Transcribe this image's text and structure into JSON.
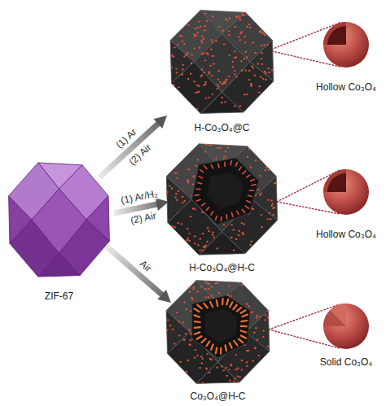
{
  "diagram": {
    "nodes": [
      {
        "text": [
          "ZIF-67"
        ]
      },
      {
        "text": [
          "H-Co₃O₄@C"
        ]
      },
      {
        "text": [
          "H-Co₃O₄@H-C"
        ]
      },
      {
        "text": [
          "Co₃O₄@H-C"
        ]
      },
      {
        "text": [
          "Hollow Co₃O₄"
        ]
      },
      {
        "text": [
          "Hollow Co₃O₄"
        ]
      },
      {
        "text": [
          "Solid Co₃O₄"
        ]
      }
    ],
    "edges": [
      {
        "from": 0,
        "to": 1,
        "arrow": "to",
        "label": "(1) Ar"
      },
      {
        "from": 0,
        "to": 2,
        "arrow": "to",
        "label": "(1) Ar/H₂"
      },
      {
        "from": 0,
        "to": 3,
        "arrow": "to",
        "label": "Air"
      },
      {
        "from": 1,
        "to": 4,
        "arrow": "none"
      },
      {
        "from": 2,
        "to": 5,
        "arrow": "none"
      },
      {
        "from": 3,
        "to": 6,
        "arrow": "none"
      }
    ],
    "labels": [
      "(2) Air",
      "(2) Air"
    ]
  }
}
